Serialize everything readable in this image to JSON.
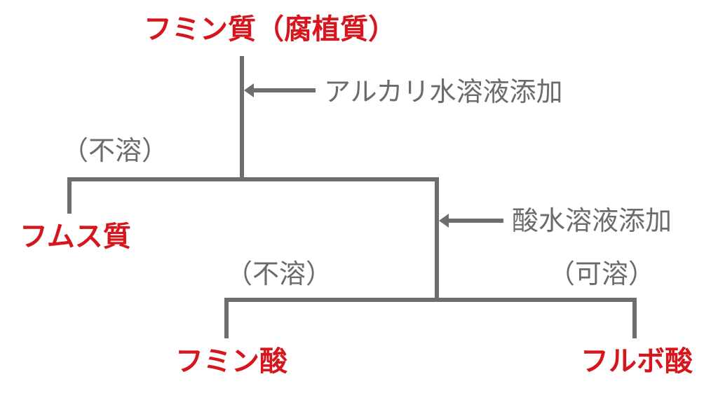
{
  "root": {
    "label": "フミン質（腐植質）"
  },
  "steps": {
    "alkali": "アルカリ水溶液添加",
    "acid": "酸水溶液添加"
  },
  "branches": {
    "insoluble_1": "（不溶）",
    "insoluble_2": "（不溶）",
    "soluble": "（可溶）"
  },
  "products": {
    "humin": "フムス質",
    "humic_acid": "フミン酸",
    "fulvic_acid": "フルボ酸"
  },
  "colors": {
    "product": "#d6161c",
    "text": "#6b6b6b",
    "line": "#6e6e6e"
  }
}
